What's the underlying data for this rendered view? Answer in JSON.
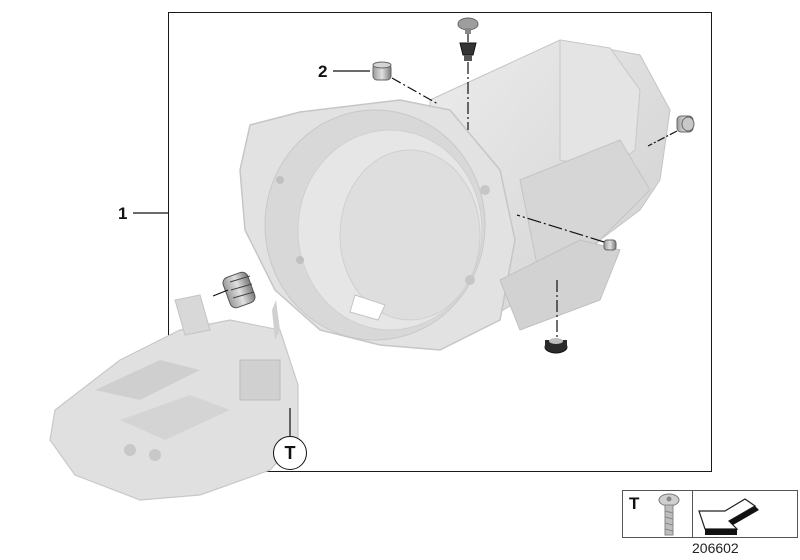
{
  "diagram": {
    "type": "exploded parts diagram",
    "subject": "automatic transmission with mechatronic valve body and plugs",
    "callouts": [
      {
        "id": "callout-1",
        "label": "1",
        "refers_to": "transmission assembly (framed group)"
      },
      {
        "id": "callout-2",
        "label": "2",
        "refers_to": "screw plug"
      },
      {
        "id": "callout-T",
        "label": "T",
        "refers_to": "mechatronic unit / torx-marked part"
      }
    ],
    "legend": {
      "t_label": "T",
      "t_icon": "torx-screw-icon",
      "arrow_icon": "installation-direction-icon"
    },
    "reference_number": "206602",
    "colors": {
      "frame": "#1a1a1a",
      "part_fill": "#dcdcdc",
      "part_shade": "#bdbdbd",
      "leader": "#111111"
    }
  }
}
